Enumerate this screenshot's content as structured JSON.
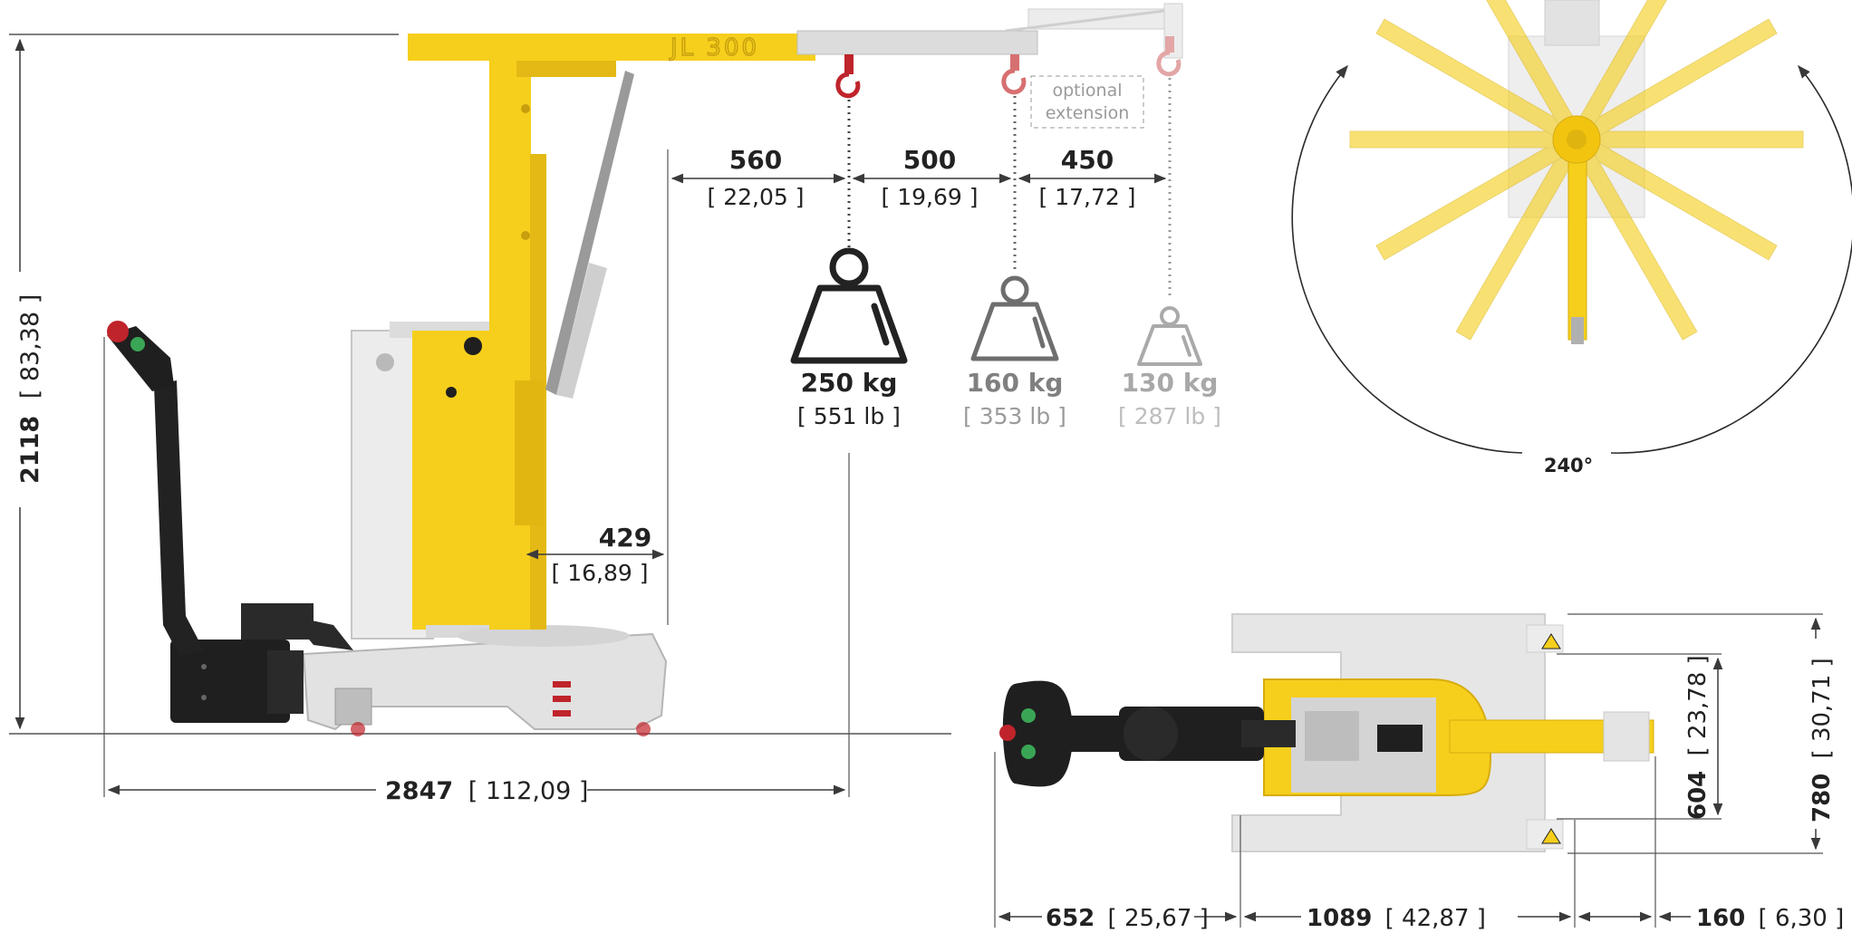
{
  "product": {
    "model_text": "JL 300"
  },
  "labels": {
    "optional_extension": [
      "optional",
      "extension"
    ]
  },
  "colors": {
    "crane_yellow": "#f5cf1c",
    "steel_light": "#e4e4e4",
    "chassis_grey": "#d9d9d9",
    "black": "#1c1c1c",
    "hook_red": "#c0242b",
    "dim_line": "#3a3a3a",
    "faded_text": "#9a9a9a"
  },
  "dimensions": {
    "height": {
      "value": "2118",
      "inch": "[ 83,38 ]"
    },
    "total_length": {
      "value": "2847",
      "inch": "[ 112,09 ]"
    },
    "base_front": {
      "value": "429",
      "inch": "[ 16,89 ]"
    },
    "reach_1": {
      "value": "560",
      "inch": "[ 22,05 ]"
    },
    "reach_2": {
      "value": "500",
      "inch": "[ 19,69 ]"
    },
    "reach_3": {
      "value": "450",
      "inch": "[ 17,72 ]"
    },
    "rotation": {
      "value": "240°"
    },
    "top_tiller": {
      "value": "652",
      "inch": "[ 25,67 ]"
    },
    "top_body": {
      "value": "1089",
      "inch": "[ 42,87 ]"
    },
    "top_boom": {
      "value": "160",
      "inch": "[ 6,30 ]"
    },
    "inner_width": {
      "value": "604",
      "inch": "[ 23,78 ]"
    },
    "outer_width": {
      "value": "780",
      "inch": "[ 30,71 ]"
    }
  },
  "loads": [
    {
      "kg": "250 kg",
      "lb": "[ 551 lb ]"
    },
    {
      "kg": "160 kg",
      "lb": "[ 353 lb ]"
    },
    {
      "kg": "130 kg",
      "lb": "[ 287 lb ]"
    }
  ]
}
